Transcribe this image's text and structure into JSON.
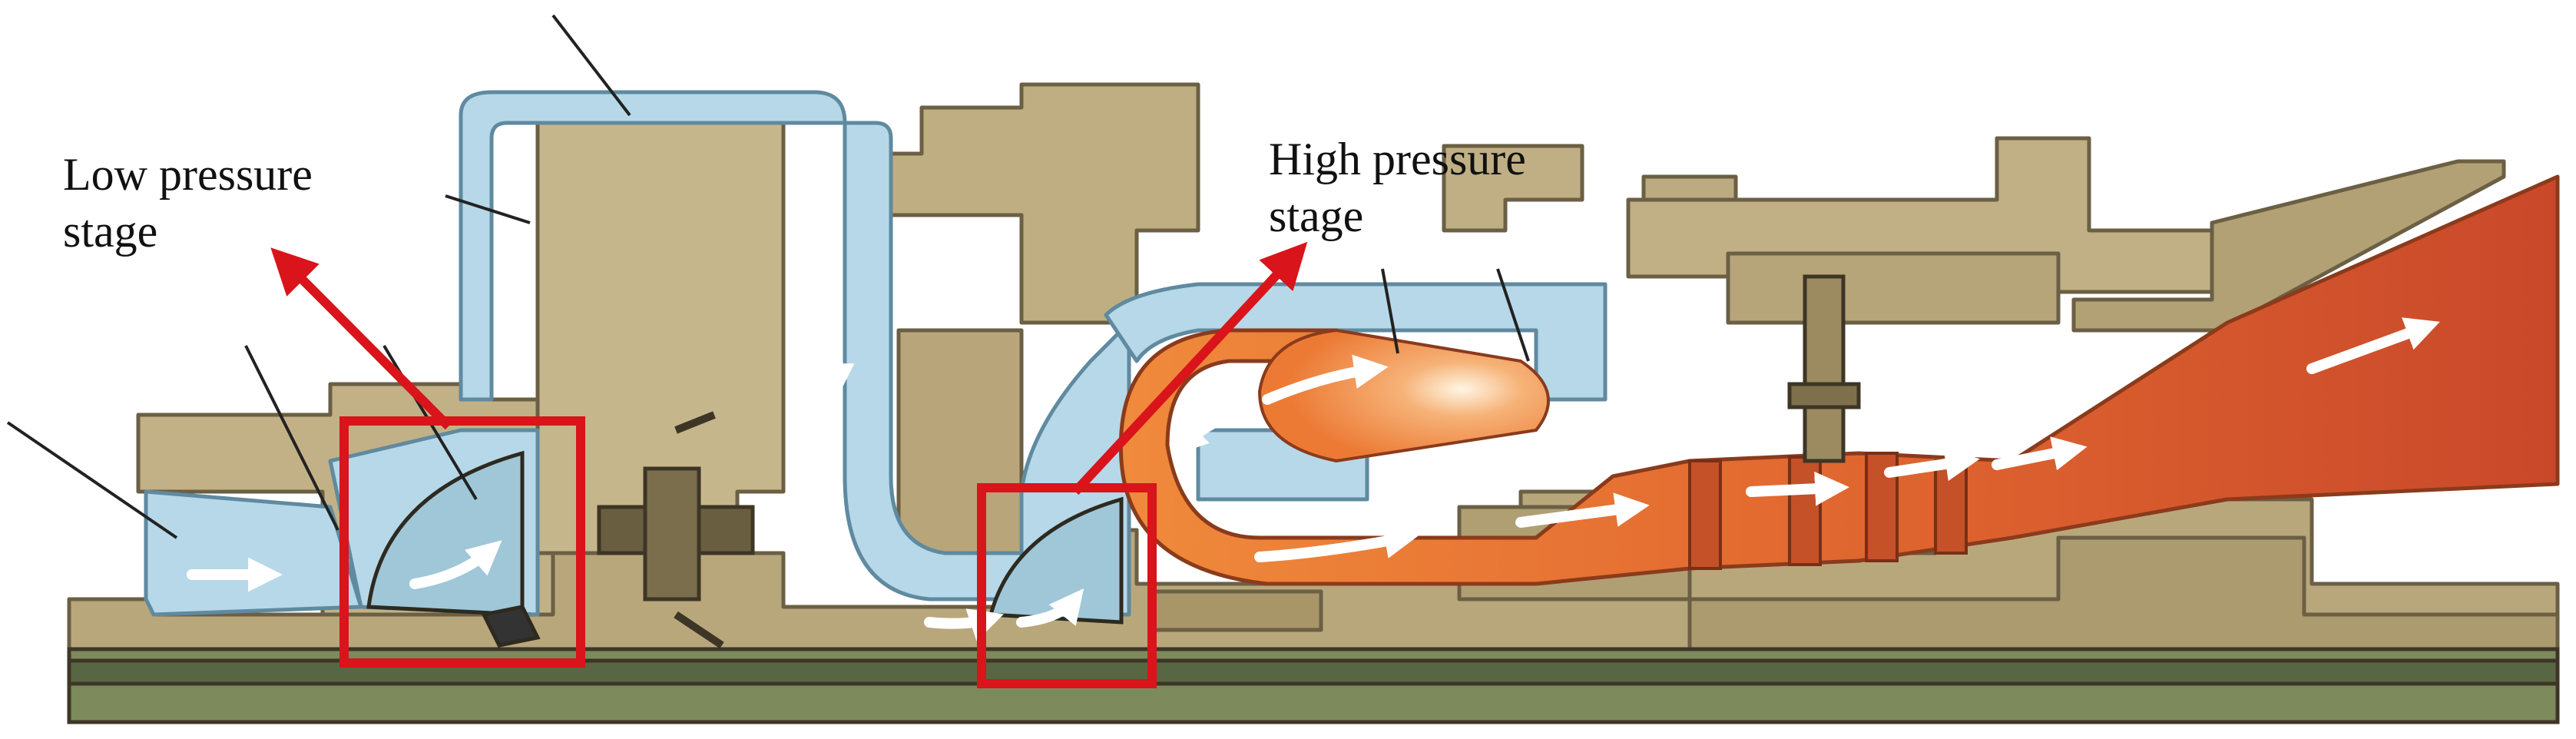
{
  "labels": {
    "low_pressure_stage": [
      "Low pressure",
      "stage"
    ],
    "high_pressure_stage": [
      "High pressure",
      "stage"
    ]
  },
  "colors": {
    "background": "#ffffff",
    "metal_casing": "#b9a77c",
    "metal_outline": "#6b5f44",
    "cool_air_flow": "#b7d8e8",
    "combustor_flow": "#f08a3c",
    "exhaust_flow": "#d9572a",
    "shaft_green": "#7d8a5c",
    "flow_arrows": "#ffffff",
    "highlight_box": "#d9141b",
    "leader_lines": "#222222",
    "label_text": "#111111"
  }
}
